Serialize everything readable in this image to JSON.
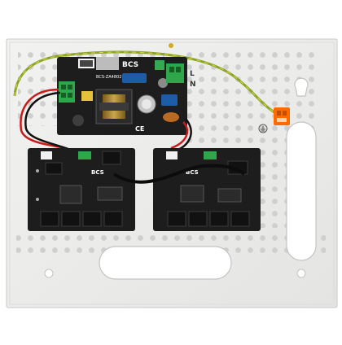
{
  "psu": {
    "brand": "BCS",
    "model": "BCS-ZA4802",
    "cert_mark": "CE"
  },
  "terminals": {
    "live": "L",
    "neutral": "N"
  },
  "switch_left": {
    "brand": "BCS"
  },
  "switch_right": {
    "brand": "BCS"
  },
  "colors": {
    "enclosure": "#ededec",
    "board": "#1d1d1d",
    "terminal_green": "#2ea64a",
    "terminal_orange": "#ff6a00",
    "wire_red": "#c81b1b",
    "wire_ground": "#8aa62a"
  }
}
